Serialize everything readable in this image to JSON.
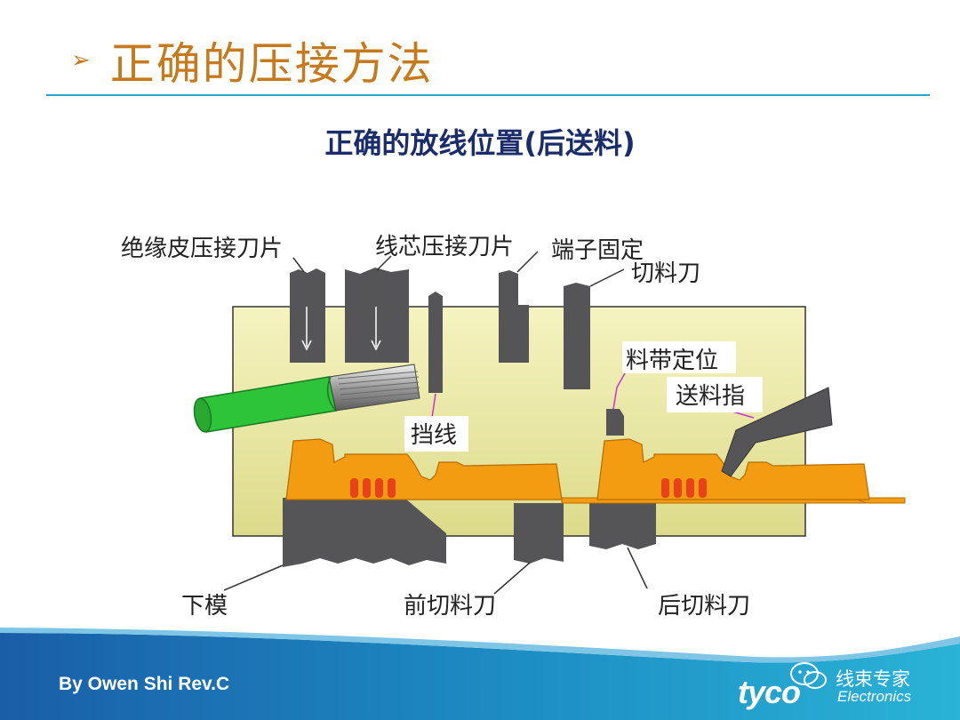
{
  "slide": {
    "bullet": "➢",
    "title": "正确的压接方法",
    "subtitle": "正确的放线位置(后送料)"
  },
  "labels": {
    "insulation_blade": "绝缘皮压接刀片",
    "core_blade": "线芯压接刀片",
    "terminal_fixing": "端子固定",
    "cutting_knife": "切料刀",
    "strip_positioning": "料带定位",
    "feed_finger": "送料指",
    "wire_stop": "挡线",
    "lower_die": "下模",
    "front_cut_knife": "前切料刀",
    "rear_cut_knife": "后切料刀"
  },
  "footer": {
    "author": "By Owen Shi Rev.C",
    "wechat": "线束专家",
    "brand": "tyco",
    "brand_sub": "Electronics"
  },
  "colors": {
    "title": "#c57a1d",
    "subtitle": "#1b2c6b",
    "rule": "#2aa7c8",
    "panel": "#f3f0b0",
    "tool": "#555558",
    "terminal": "#f39c12",
    "serration": "#e8421b",
    "wire": "#2ec43a",
    "leader_magenta": "#cc33cc",
    "footer_blue": "#1f6fb5"
  }
}
